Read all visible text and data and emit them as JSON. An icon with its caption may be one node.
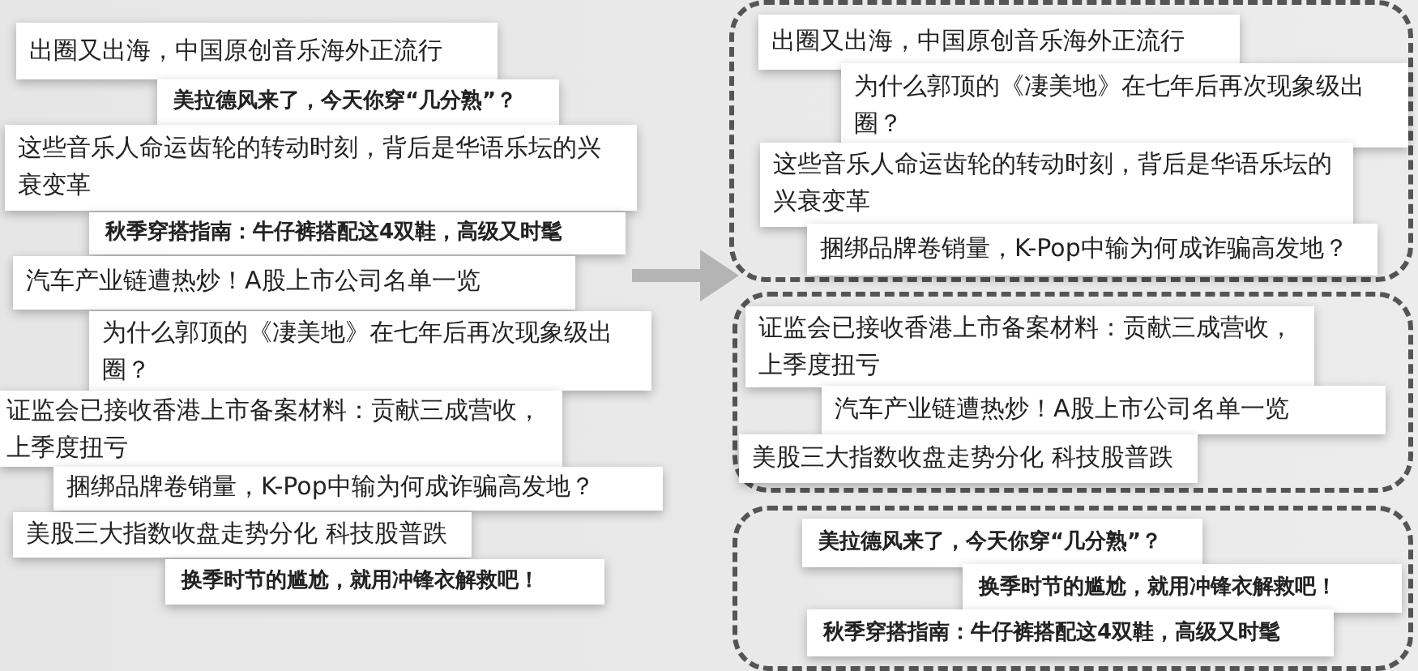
{
  "diagram": {
    "nodes": [
      {
        "text": [
          "出圈又出海，中国原创音乐海外正流行"
        ]
      },
      {
        "text": [
          "美拉德风来了，今天你穿“几分熟”？"
        ]
      },
      {
        "text": [
          "这些音乐人命运齿轮的转动时刻，背后是华语乐坛的兴衰变革"
        ]
      },
      {
        "text": [
          "秋季穿搭指南：牛仔裤搭配这4双鞋，高级又时髦"
        ]
      },
      {
        "text": [
          "汽车产业链遭热炒！A股上市公司名单一览"
        ]
      },
      {
        "text": [
          "为什么郭顶的《凄美地》在七年后再次现象级出圈？"
        ]
      },
      {
        "text": [
          "证监会已接收香港上市备案材料：贡献三成营收，上季度扭亏"
        ]
      },
      {
        "text": [
          "捆绑品牌卷销量，K-Pop中输为何成诈骗高发地？"
        ]
      },
      {
        "text": [
          "美股三大指数收盘走势分化 科技股普跌"
        ]
      },
      {
        "text": [
          "换季时节的尴尬，就用冲锋衣解救吧！"
        ]
      },
      {
        "text": [],
        "shape": "box"
      },
      {
        "text": [
          "出圈又出海，中国原创音乐海外正流行"
        ],
        "in": 10
      },
      {
        "text": [
          "为什么郭顶的《凄美地》在七年后再次现象级出圈？"
        ],
        "in": 10
      },
      {
        "text": [
          "这些音乐人命运齿轮的转动时刻，背后是华语乐坛的兴衰变革"
        ],
        "in": 10
      },
      {
        "text": [
          "捆绑品牌卷销量，K-Pop中输为何成诈骗高发地？"
        ],
        "in": 10
      },
      {
        "text": [],
        "shape": "box"
      },
      {
        "text": [
          "证监会已接收香港上市备案材料：贡献三成营收，上季度扭亏"
        ],
        "in": 15
      },
      {
        "text": [
          "汽车产业链遭热炒！A股上市公司名单一览"
        ],
        "in": 15
      },
      {
        "text": [
          "美股三大指数收盘走势分化 科技股普跌"
        ],
        "in": 15
      },
      {
        "text": [],
        "shape": "box"
      },
      {
        "text": [
          "美拉德风来了，今天你穿“几分熟”？"
        ],
        "in": 19
      },
      {
        "text": [
          "换季时节的尴尬，就用冲锋衣解救吧！"
        ],
        "in": 19
      },
      {
        "text": [
          "秋季穿搭指南：牛仔裤搭配这4双鞋，高级又时髦"
        ],
        "in": 19
      }
    ],
    "edges": [
      {
        "from": null,
        "to": 10,
        "arrow": "to"
      }
    ]
  }
}
